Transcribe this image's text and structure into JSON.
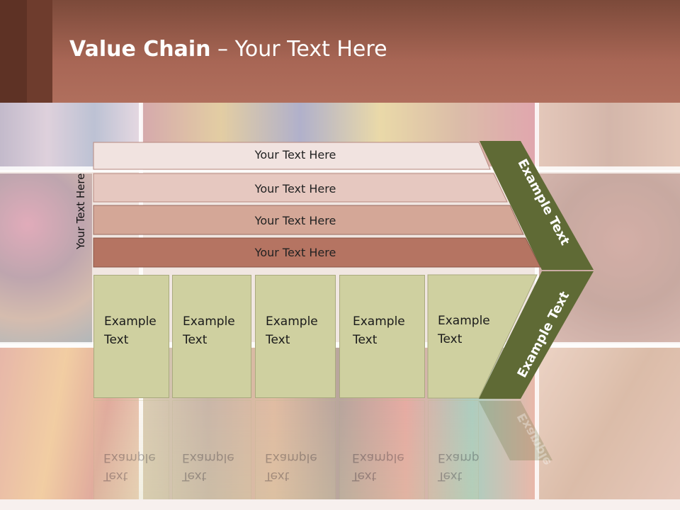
{
  "slide": {
    "title_bold": "Value Chain",
    "title_rest": " – Your Text Here"
  },
  "side_label": "Your Text Here",
  "bars": [
    {
      "label": "Your Text Here",
      "color": "#f1e3e0"
    },
    {
      "label": "Your Text Here",
      "color": "#e6c8c0"
    },
    {
      "label": "Your Text Here",
      "color": "#d4a797"
    },
    {
      "label": "Your Text Here",
      "color": "#b57462"
    }
  ],
  "chevron": {
    "upper_text": "Example Text",
    "lower_text": "Example Text",
    "reflection_text": "Example",
    "color": "#5f6a35"
  },
  "boxes": [
    {
      "line1": "Example",
      "line2": "Text"
    },
    {
      "line1": "Example",
      "line2": "Text"
    },
    {
      "line1": "Example",
      "line2": "Text"
    },
    {
      "line1": "Example",
      "line2": "Text"
    },
    {
      "line1": "Example",
      "line2": "Text"
    }
  ],
  "colors": {
    "header": "#a86655",
    "box_fill": "#cfd0a0",
    "chevron_fill": "#5f6a35"
  }
}
